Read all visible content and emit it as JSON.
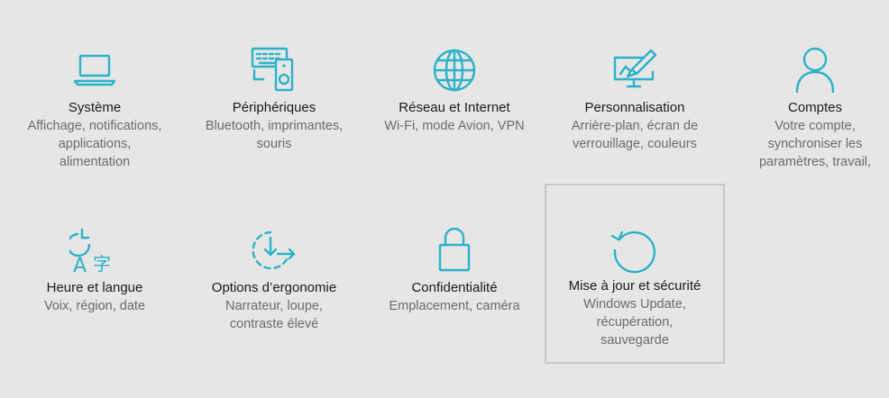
{
  "accent": "#2bb2c8",
  "tiles": [
    {
      "title": "Système",
      "icon": "laptop-icon",
      "desc": [
        "Affichage, notifications,",
        "applications,",
        "alimentation"
      ]
    },
    {
      "title": "Périphériques",
      "icon": "devices-icon",
      "desc": [
        "Bluetooth, imprimantes,",
        "souris"
      ]
    },
    {
      "title": "Réseau et Internet",
      "icon": "globe-icon",
      "desc": [
        "Wi-Fi, mode Avion, VPN"
      ]
    },
    {
      "title": "Personnalisation",
      "icon": "paint-monitor-icon",
      "desc": [
        "Arrière-plan, écran de",
        "verrouillage, couleurs"
      ]
    },
    {
      "title": "Comptes",
      "icon": "person-icon",
      "desc": [
        "Votre compte,",
        "synchroniser les",
        "paramètres, travail,"
      ]
    },
    {
      "title": "Heure et langue",
      "icon": "time-language-icon",
      "desc": [
        "Voix, région, date"
      ]
    },
    {
      "title": "Options d’ergonomie",
      "icon": "ease-of-access-icon",
      "desc": [
        "Narrateur, loupe,",
        "contraste élevé"
      ]
    },
    {
      "title": "Confidentialité",
      "icon": "lock-icon",
      "desc": [
        "Emplacement, caméra"
      ]
    },
    {
      "title": "Mise à jour et sécurité",
      "icon": "update-icon",
      "desc": [
        "Windows Update,",
        "récupération,",
        "sauvegarde"
      ]
    }
  ]
}
